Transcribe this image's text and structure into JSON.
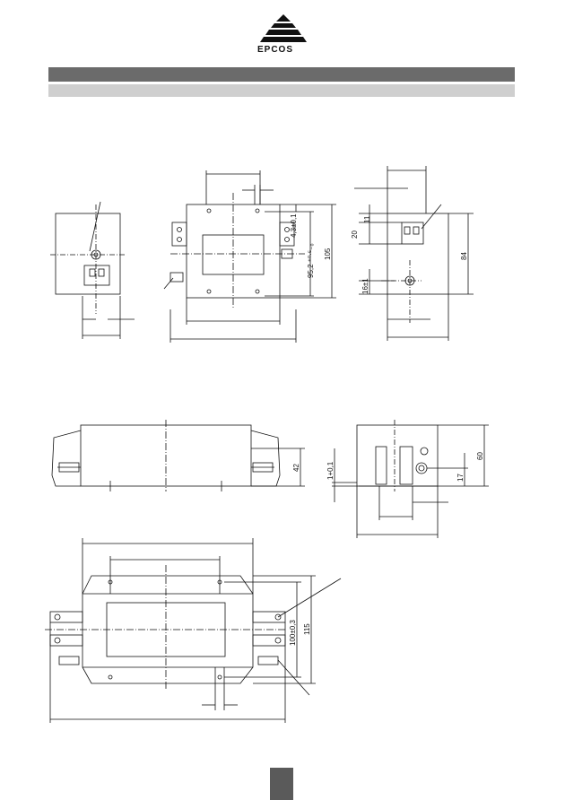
{
  "header": {
    "brand": "EPCOS"
  },
  "dimensions": {
    "top_view": {
      "d1": "4,3±0,1",
      "d2": "95,2 ⁺⁰·⁵₋₀",
      "d3": "105"
    },
    "right_view": {
      "d1": "11",
      "d2": "20",
      "d3": "84",
      "d4": "16±1"
    },
    "front_view": {
      "d1": "42",
      "d2": "1+0,1"
    },
    "side_view": {
      "d1": "60",
      "d2": "17"
    },
    "bottom_view": {
      "d1": "100±0,3",
      "d2": "115"
    }
  },
  "colors": {
    "line": "#111111",
    "bar_dark": "#6b6b6b",
    "bar_light": "#cfcfcf"
  }
}
